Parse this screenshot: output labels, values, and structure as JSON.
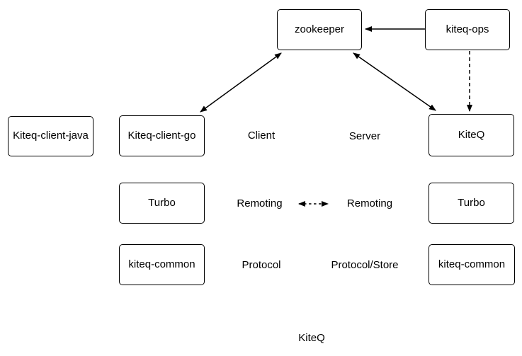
{
  "diagram": {
    "caption": "KiteQ",
    "nodes": {
      "zookeeper": "zookeeper",
      "kiteq_ops": "kiteq-ops",
      "kiteq_client_java": "Kiteq-client-java",
      "kiteq_client_go": "Kiteq-client-go",
      "kiteq": "KiteQ",
      "turbo_left": "Turbo",
      "turbo_right": "Turbo",
      "kiteq_common_left": "kiteq-common",
      "kiteq_common_right": "kiteq-common"
    },
    "labels": {
      "client": "Client",
      "server": "Server",
      "remoting_left": "Remoting",
      "remoting_right": "Remoting",
      "protocol": "Protocol",
      "protocol_store": "Protocol/Store"
    },
    "edges": {
      "ops_to_zookeeper": "kiteq-ops to zookeeper, solid arrow",
      "zookeeper_clientgo": "zookeeper and Kiteq-client-go, bidirectional solid arrow",
      "zookeeper_kiteq": "zookeeper and KiteQ, bidirectional solid arrow",
      "ops_to_kiteq": "kiteq-ops to KiteQ, dashed arrow",
      "remoting_remoting": "Remoting to Remoting, dashed bidirectional arrow"
    },
    "colors": {
      "background": "#ffffff",
      "box_border": "#000000",
      "text": "#000000",
      "arrow": "#000000"
    }
  }
}
